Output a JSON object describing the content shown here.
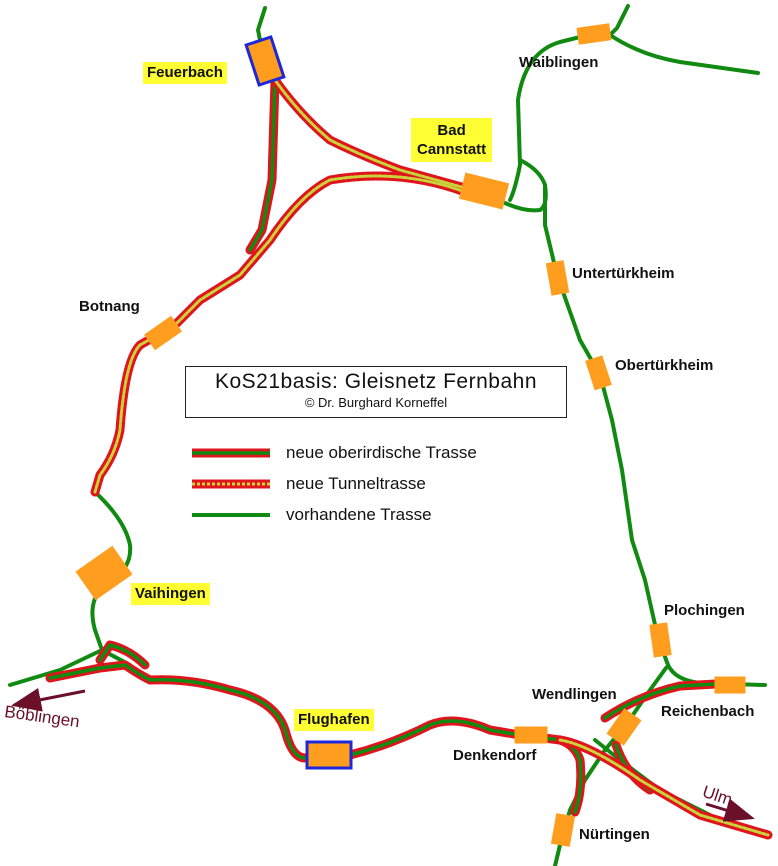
{
  "title": "KoS21basis: Gleisnetz Fernbahn",
  "copyright": "© Dr. Burghard Korneffel",
  "legend": {
    "new_surface": "neue oberirdische Trasse",
    "new_tunnel": "neue Tunneltrasse",
    "existing": "vorhandene Trasse"
  },
  "stations": {
    "feuerbach": "Feuerbach",
    "bad_cannstatt_1": "Bad",
    "bad_cannstatt_2": "Cannstatt",
    "waiblingen": "Waiblingen",
    "untertuerkheim": "Untertürkheim",
    "obertuerkheim": "Obertürkheim",
    "botnang": "Botnang",
    "vaihingen": "Vaihingen",
    "plochingen": "Plochingen",
    "wendlingen": "Wendlingen",
    "reichenbach": "Reichenbach",
    "flughafen": "Flughafen",
    "denkendorf": "Denkendorf",
    "nuertingen": "Nürtingen"
  },
  "directions": {
    "boeblingen": "Böblingen",
    "ulm": "Ulm"
  },
  "colors": {
    "track_green": "#108a10",
    "track_red": "#e0141c",
    "tunnel_fill": "#c8d43a",
    "station_orange": "#ff9e1e",
    "highlight_yellow": "#ffff33",
    "hub_blue": "#1e28d8",
    "direction_arrow": "#6b0f2a"
  }
}
